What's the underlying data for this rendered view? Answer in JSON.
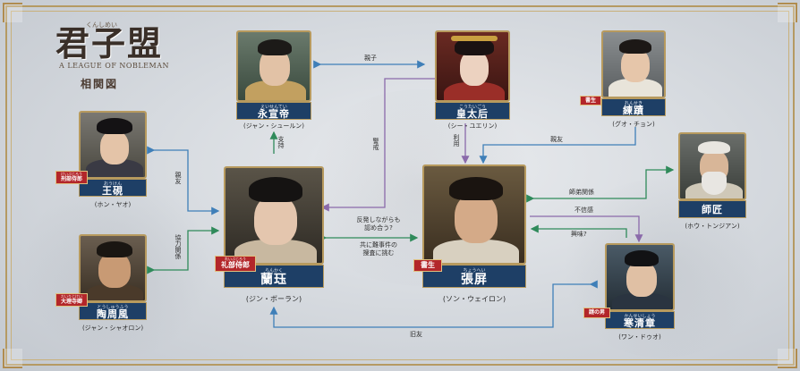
{
  "header": {
    "logo_title": "君子盟",
    "logo_ruby": "くんしめい",
    "logo_subtitle": "A LEAGUE OF NOBLEMAN",
    "page_title": "相関図"
  },
  "characters": {
    "yongxuandi": {
      "name": "永宣帝",
      "ruby": "えいせんてい",
      "actor": "(ジャン・シュールン)"
    },
    "kotaigo": {
      "name": "皇太后",
      "ruby": "こうたいごう",
      "actor": "(シー・ユエリン)"
    },
    "renteki": {
      "name": "練蹟",
      "ruby": "れんせき",
      "tag": "書生",
      "actor": "(グオ・チョン)"
    },
    "oken": {
      "name": "王硯",
      "ruby": "おうけん",
      "tag": "刑部侍郎",
      "tag_ruby": "けいぶじろう",
      "actor": "(ホン・ヤオ)"
    },
    "ranto": {
      "name": "蘭珏",
      "ruby": "らんかく",
      "tag": "礼部侍郎",
      "tag_ruby": "れいぶじろう",
      "actor": "(ジン・ボーラン)"
    },
    "chohei": {
      "name": "張屏",
      "ruby": "ちょうへい",
      "tag": "書生",
      "actor": "(ソン・ウェイロン)"
    },
    "shisho": {
      "name": "師匠",
      "actor": "(ホウ・トンジアン)"
    },
    "tosyuho": {
      "name": "陶周風",
      "ruby": "とうしゅうふう",
      "tag": "大理寺卿",
      "tag_ruby": "だいりじけい",
      "actor": "(ジャン・シャオロン)"
    },
    "kanseisho": {
      "name": "寒清章",
      "ruby": "かんせいしょう",
      "tag": "謎の男",
      "actor": "(ワン・ドゥオ)"
    }
  },
  "relations": {
    "oyako": "親子",
    "shiji": "支持",
    "keikai": "警戒",
    "riyo": "利用",
    "shinyu_left": "親友",
    "shinyu_right": "親友",
    "kyoryoku": "協力関係",
    "hanpatsu_line1": "反発しながらも",
    "hanpatsu_line2": "認め合う?",
    "kyojiken_line1": "共に難事件の",
    "kyojiken_line2": "捜査に挑む",
    "shitei": "師弟関係",
    "fushinkan": "不信感",
    "kyomi": "興味?",
    "kyuyu": "旧友"
  },
  "colors": {
    "plate": "#1e3f66",
    "tag": "#b3262a",
    "frame": "#b59a63",
    "arrow_blue": "#3f7fb8",
    "arrow_green": "#2f8a5a",
    "arrow_purple": "#8a6aaa"
  }
}
